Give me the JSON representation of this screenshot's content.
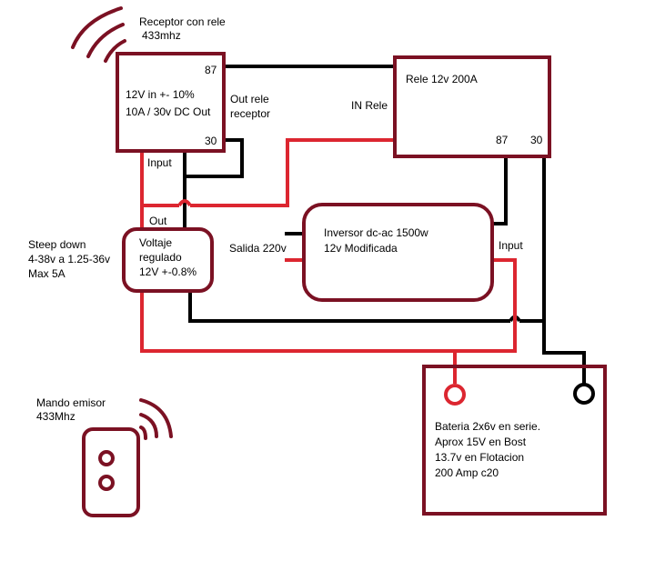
{
  "colors": {
    "box_border": "#7b1123",
    "wire_black": "#000000",
    "wire_red": "#dc2630",
    "background": "#ffffff"
  },
  "receptor": {
    "title": [
      "Receptor con rele",
      "433mhz"
    ],
    "specs": [
      "12V in +- 10%",
      "10A / 30v DC Out"
    ],
    "pin_87": "87",
    "pin_30": "30",
    "input_label": "Input",
    "out_label": [
      "Out rele",
      "receptor"
    ]
  },
  "rele": {
    "title": "Rele 12v 200A",
    "in_label": "IN Rele",
    "pin_87": "87",
    "pin_30": "30"
  },
  "regulator": {
    "out_label": "Out",
    "body": [
      "Voltaje",
      "regulado",
      "12V +-0.8%"
    ],
    "side_label": [
      "Steep down",
      "4-38v a 1.25-36v",
      "Max 5A"
    ]
  },
  "inverter": {
    "body": [
      "Inversor dc-ac 1500w",
      "12v Modificada"
    ],
    "output_label": "Salida 220v",
    "input_label": "Input"
  },
  "battery": {
    "body": [
      "Bateria 2x6v en serie.",
      "Aprox 15V en Bost",
      "13.7v en Flotacion",
      "200 Amp c20"
    ]
  },
  "remote": {
    "title": [
      "Mando emisor",
      "433Mhz"
    ]
  }
}
